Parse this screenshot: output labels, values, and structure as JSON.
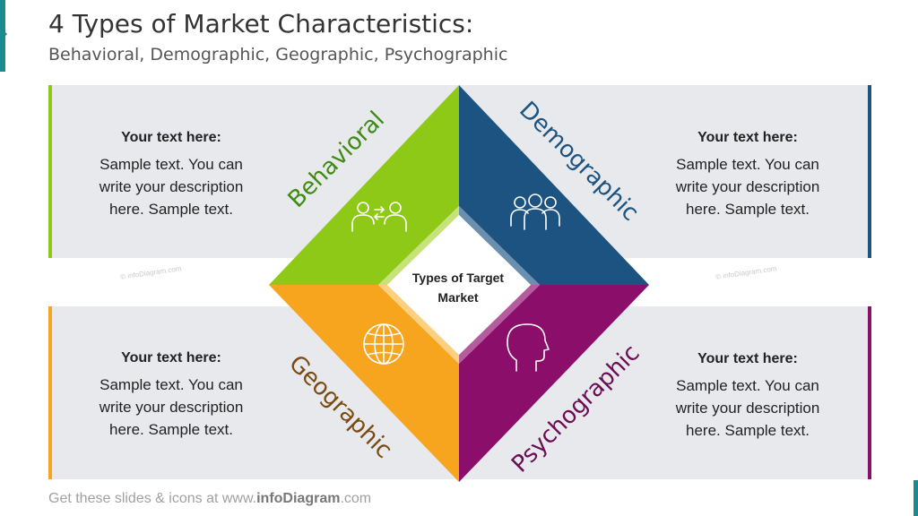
{
  "title": "4 Types of Market Characteristics:",
  "subtitle": "Behavioral, Demographic, Geographic, Psychographic",
  "center": {
    "line1": "Types of Target",
    "line2": "Market"
  },
  "segments": {
    "behavioral": {
      "label": "Behavioral",
      "color": "#8fc918",
      "icon": "people-exchange-icon"
    },
    "demographic": {
      "label": "Demographic",
      "color": "#1d5380",
      "icon": "group-icon"
    },
    "geographic": {
      "label": "Geographic",
      "color": "#f7a51f",
      "icon": "globe-icon"
    },
    "psychographic": {
      "label": "Psychographic",
      "color": "#8b0e6b",
      "icon": "head-icon"
    }
  },
  "label_colors": {
    "behavioral": "#3f8a12",
    "demographic": "#1d5380",
    "geographic": "#7a4a12",
    "psychographic": "#6b0c55"
  },
  "text_blocks": {
    "top_left": {
      "heading": "Your text here:",
      "line1": "Sample text. You can",
      "line2": "write your description",
      "line3": "here. Sample text."
    },
    "top_right": {
      "heading": "Your text here:",
      "line1": "Sample text. You can",
      "line2": "write your description",
      "line3": "here. Sample text."
    },
    "bottom_left": {
      "heading": "Your text here:",
      "line1": "Sample text. You can",
      "line2": "write your description",
      "line3": "here. Sample text."
    },
    "bottom_right": {
      "heading": "Your text here:",
      "line1": "Sample text. You can",
      "line2": "write your description",
      "line3": "here. Sample text."
    }
  },
  "watermark": "© infoDiagram.com",
  "footer": {
    "prefix": "Get these slides  & icons  at www.",
    "brand": "infoDiagram",
    "suffix": ".com"
  }
}
